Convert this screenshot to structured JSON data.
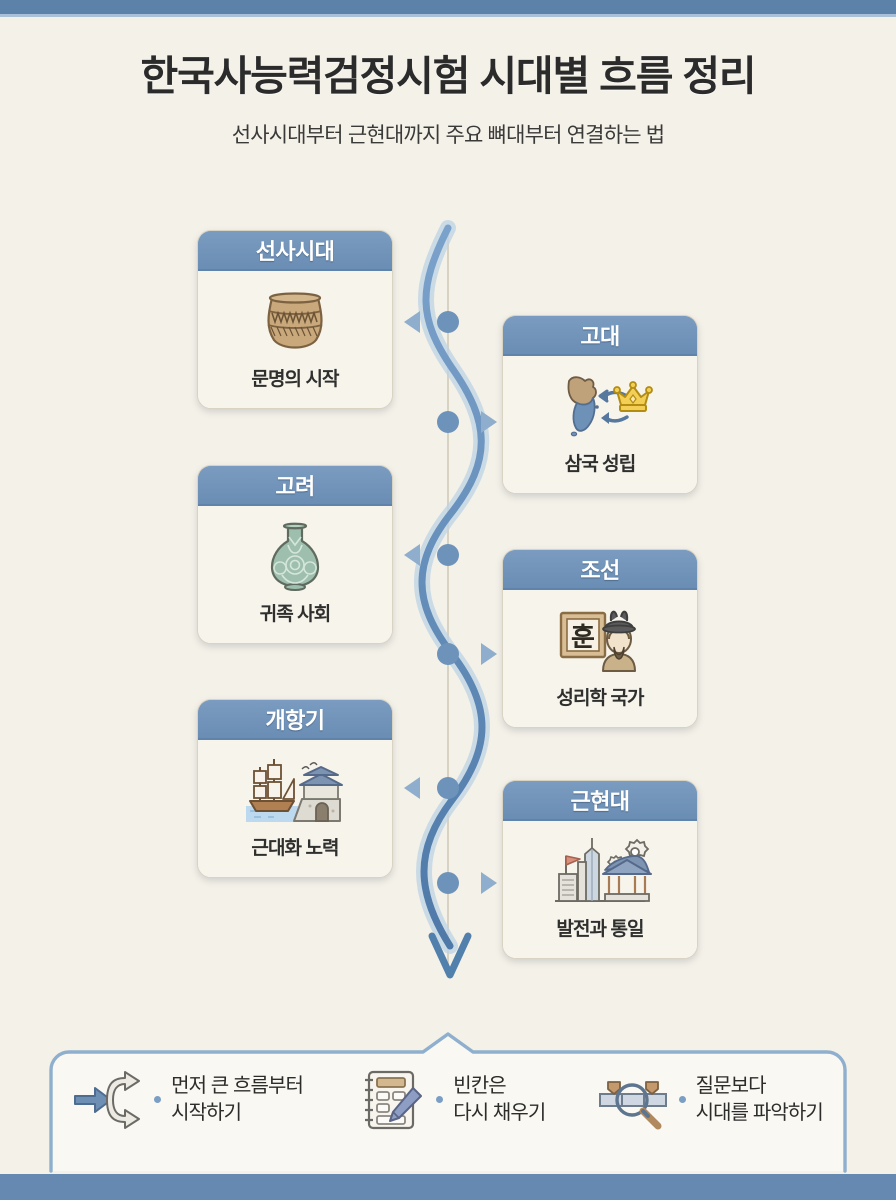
{
  "theme": {
    "background": "#f4f1e8",
    "accent_blue": "#5c82aa",
    "card_header_blue": "#6f92b8",
    "card_body": "#f7f4ec",
    "timeline_blue": "#5b84b1",
    "text_dark": "#2b2b2b"
  },
  "header": {
    "title": "한국사능력검정시험 시대별 흐름 정리",
    "subtitle": "선사시대부터 근현대까지 주요 뼈대부터 연결하는 법"
  },
  "timeline": {
    "node_count": 6,
    "arrow_directions": [
      "left",
      "right",
      "left",
      "right",
      "left",
      "right"
    ],
    "end_marker": "down-arrow"
  },
  "cards": [
    {
      "id": "prehistoric",
      "era": "선사시대",
      "caption": "문명의 시작",
      "icon": "pottery-icon",
      "side": "left"
    },
    {
      "id": "ancient",
      "era": "고대",
      "caption": "삼국 성립",
      "icon": "map-crown-icon",
      "side": "right"
    },
    {
      "id": "goryeo",
      "era": "고려",
      "caption": "귀족 사회",
      "icon": "celadon-vase-icon",
      "side": "left"
    },
    {
      "id": "joseon",
      "era": "조선",
      "caption": "성리학 국가",
      "icon": "scholar-hunmin-icon",
      "side": "right"
    },
    {
      "id": "port-opening",
      "era": "개항기",
      "caption": "근대화 노력",
      "icon": "ship-fortress-icon",
      "side": "left"
    },
    {
      "id": "modern",
      "era": "근현대",
      "caption": "발전과 통일",
      "icon": "city-pavilion-gear-icon",
      "side": "right"
    }
  ],
  "tips": [
    {
      "id": "flow-first",
      "icon": "arrow-split-icon",
      "text": "먼저 큰 흐름부터\n시작하기"
    },
    {
      "id": "fill-blanks",
      "icon": "notebook-pencil-icon",
      "text": "빈칸은\n다시 채우기"
    },
    {
      "id": "grasp-era",
      "icon": "magnifier-timeline-icon",
      "text": "질문보다\n시대를 파악하기"
    }
  ]
}
